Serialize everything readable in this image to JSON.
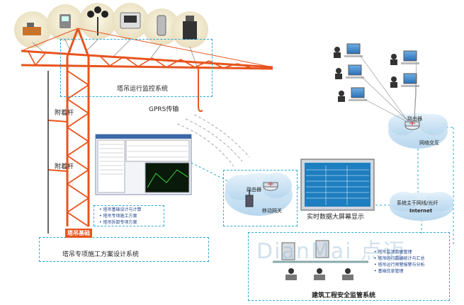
{
  "labels": {
    "monitoring_system": "塔吊运行监控系统",
    "gprs": "GPRS传输",
    "attach_rod_1": "附着杆",
    "attach_rod_2": "附着杆",
    "crane_base": "塔吊基础",
    "design_system": "塔吊专项施工方案设计系统",
    "router_left": "路由器",
    "mobile_gateway": "移动网关",
    "router_right": "路由器",
    "network_interaction": "网络交互",
    "big_screen": "实时数据大屏幕显示",
    "backbone_line1": "系统主干网线/光纤",
    "backbone_line2": "Internet",
    "safety_system": "建筑工程安全监管系统",
    "watermark": "DianMai 点迈"
  },
  "design_bullets": [
    "塔吊基础设计与计算",
    "塔吊专项施工方案",
    "塔吊拆卸专项方案"
  ],
  "safety_bullets": [
    "塔吊监测数据管理",
    "塔吊运行数据统计与汇总",
    "塔吊运行预警报警与分析",
    "基础信息管理"
  ],
  "colors": {
    "crane": "#e8541e",
    "dashed_border": "#2aa8d6",
    "cloud": "#cfe6f5",
    "text_blue": "#1a3f8a"
  },
  "icons": [
    "wind-sensor-icon",
    "weight-sensor-icon",
    "anemometer-icon",
    "controller-icon",
    "angle-sensor-icon",
    "hook-sensor-icon",
    "computer-workstation-icon",
    "router-icon",
    "server-icon",
    "operator-icon",
    "display-screen-icon"
  ]
}
